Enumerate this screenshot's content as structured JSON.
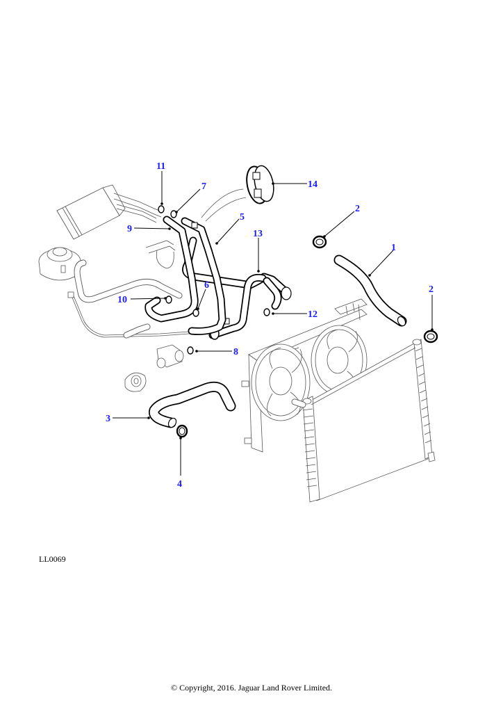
{
  "diagram": {
    "title": "Cooling system hoses and radiator exploded view",
    "figure_code": "LL0069",
    "callout_color": "#1a1aff",
    "callouts": [
      {
        "id": "1",
        "label": "1",
        "part": "radiator-top-hose"
      },
      {
        "id": "2a",
        "label": "2",
        "part": "hose-clip-upper"
      },
      {
        "id": "2b",
        "label": "2",
        "part": "hose-clip-radiator"
      },
      {
        "id": "3",
        "label": "3",
        "part": "radiator-bottom-hose"
      },
      {
        "id": "4",
        "label": "4",
        "part": "hose-clip-bottom"
      },
      {
        "id": "5",
        "label": "5",
        "part": "heater-return-pipe"
      },
      {
        "id": "6",
        "label": "6",
        "part": "hose-clip-6"
      },
      {
        "id": "7",
        "label": "7",
        "part": "hose-clip-7"
      },
      {
        "id": "8",
        "label": "8",
        "part": "hose-clip-8"
      },
      {
        "id": "9",
        "label": "9",
        "part": "heater-feed-hose"
      },
      {
        "id": "10",
        "label": "10",
        "part": "hose-clip-10"
      },
      {
        "id": "11",
        "label": "11",
        "part": "hose-clip-11"
      },
      {
        "id": "12",
        "label": "12",
        "part": "hose-clip-12"
      },
      {
        "id": "13",
        "label": "13",
        "part": "coolant-pipe-assembly"
      },
      {
        "id": "14",
        "label": "14",
        "part": "pipe-retaining-clip"
      }
    ]
  },
  "footer": {
    "copyright": "© Copyright, 2016. Jaguar Land Rover Limited."
  }
}
